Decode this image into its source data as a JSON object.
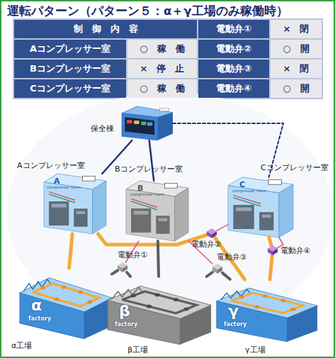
{
  "diagram": {
    "title": "運転パターン（パターン５：α＋γ工場のみ稼働時）",
    "nodes": [
      {
        "text": [
          "保全棟"
        ]
      },
      {
        "text": [
          "Aコンプレッサー室"
        ]
      },
      {
        "text": [
          "Bコンプレッサー室"
        ]
      },
      {
        "text": [
          "Cコンプレッサー室"
        ]
      },
      {
        "text": [
          "電動弁①"
        ]
      },
      {
        "text": [
          "電動弁②"
        ]
      },
      {
        "text": [
          "電動弁③"
        ]
      },
      {
        "text": [
          "電動弁④"
        ]
      },
      {
        "text": [
          "α工場"
        ]
      },
      {
        "text": [
          "β工場"
        ]
      },
      {
        "text": [
          "γ工場"
        ]
      }
    ],
    "edges": [
      {
        "from": 0,
        "to": 1,
        "arrow": "none"
      },
      {
        "from": 0,
        "to": 2,
        "arrow": "none"
      },
      {
        "from": 0,
        "to": 3,
        "arrow": "none"
      },
      {
        "from": 1,
        "to": 8,
        "arrow": "none"
      },
      {
        "from": 1,
        "to": 5,
        "arrow": "none"
      },
      {
        "from": 5,
        "to": 10,
        "arrow": "none"
      },
      {
        "from": 3,
        "to": 7,
        "arrow": "none"
      },
      {
        "from": 7,
        "to": 10,
        "arrow": "none"
      },
      {
        "from": 2,
        "to": 9,
        "arrow": "none"
      },
      {
        "from": 8,
        "to": 4,
        "arrow": "none"
      },
      {
        "from": 4,
        "to": 9,
        "arrow": "none"
      },
      {
        "from": 9,
        "to": 6,
        "arrow": "none"
      },
      {
        "from": 6,
        "to": 10,
        "arrow": "none"
      },
      {
        "from": 2,
        "to": 4,
        "arrow": "none"
      },
      {
        "from": 2,
        "to": 6,
        "arrow": "none"
      },
      {
        "from": 3,
        "to": 5,
        "arrow": "none"
      },
      {
        "from": 3,
        "to": 7,
        "arrow": "none"
      }
    ],
    "labels": [
      "制　御　内　容",
      "電動弁①",
      "×　閉",
      "Aコンプレッサー室",
      "○　稼　働",
      "電動弁②",
      "○　開",
      "Bコンプレッサー室",
      "×　停　止",
      "電動弁③",
      "×　閉",
      "Cコンプレッサー室",
      "○　稼　働",
      "電動弁④",
      "○　開",
      "A",
      "compressor room",
      "B",
      "compressor room",
      "C",
      "compressor room",
      "α",
      "factory",
      "β",
      "factory",
      "γ",
      "factory"
    ]
  }
}
